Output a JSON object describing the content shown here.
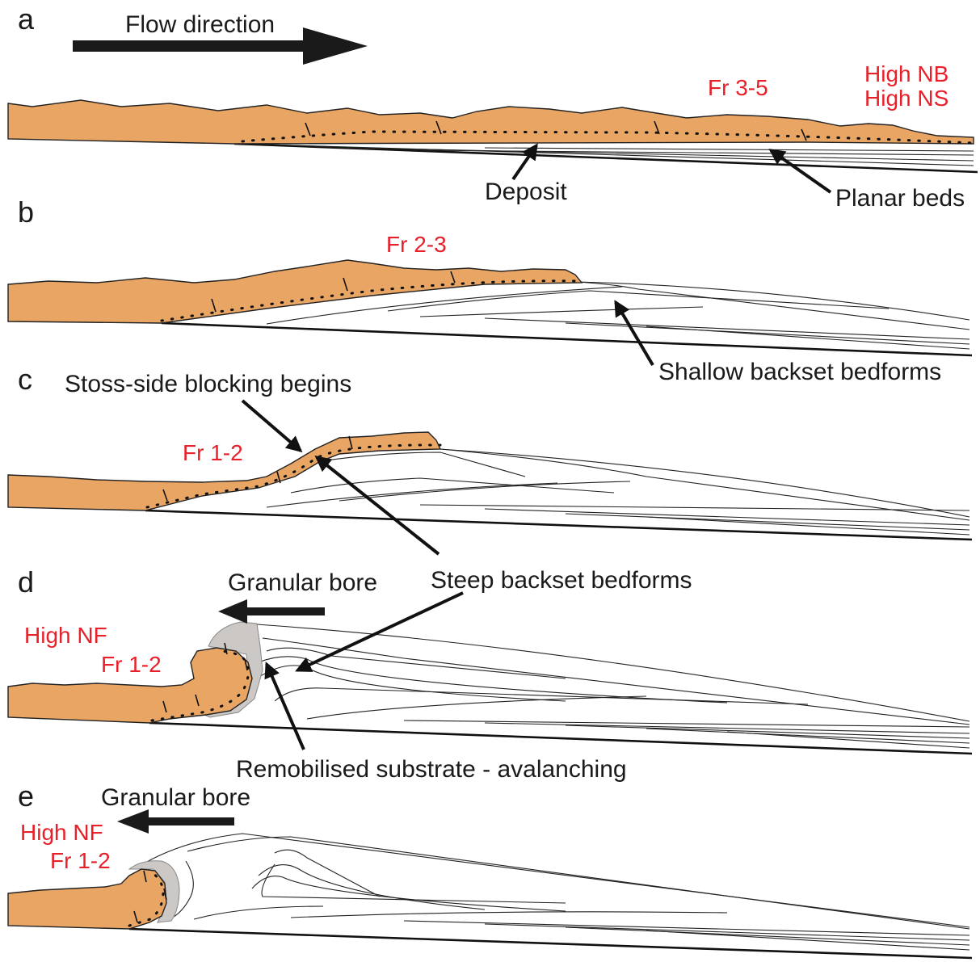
{
  "flow_direction": "Flow direction",
  "panels": [
    {
      "letter": "a",
      "regime": "Fr 3-5",
      "conditions": [
        "High NB",
        "High NS"
      ],
      "labels": [
        "Deposit",
        "Planar beds"
      ]
    },
    {
      "letter": "b",
      "regime": "Fr 2-3",
      "labels": [
        "Shallow backset bedforms"
      ]
    },
    {
      "letter": "c",
      "regime": "Fr 1-2",
      "labels": [
        "Stoss-side blocking begins"
      ]
    },
    {
      "letter": "d",
      "regime": "Fr 1-2",
      "conditions": [
        "High NF"
      ],
      "bore": "Granular bore",
      "labels": [
        "Steep backset bedforms",
        "Remobilised substrate - avalanching"
      ]
    },
    {
      "letter": "e",
      "regime": "Fr 1-2",
      "conditions": [
        "High NF"
      ],
      "bore": "Granular bore"
    }
  ],
  "colors": {
    "flow": "#e9a564",
    "remobilised": "#cbc8c6",
    "annotation": "#e8202a",
    "line": "#111111"
  }
}
